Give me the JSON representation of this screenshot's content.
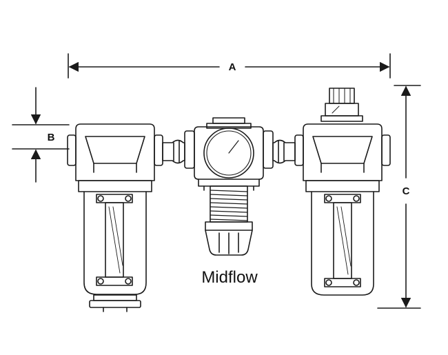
{
  "diagram": {
    "caption": "Midflow",
    "dimensions": {
      "a": "A",
      "b": "B",
      "c": "C"
    },
    "components": [
      "filter-unit",
      "regulator-unit",
      "lubricator-unit"
    ],
    "colors": {
      "line": "#1a1a1a",
      "background": "#ffffff"
    }
  }
}
